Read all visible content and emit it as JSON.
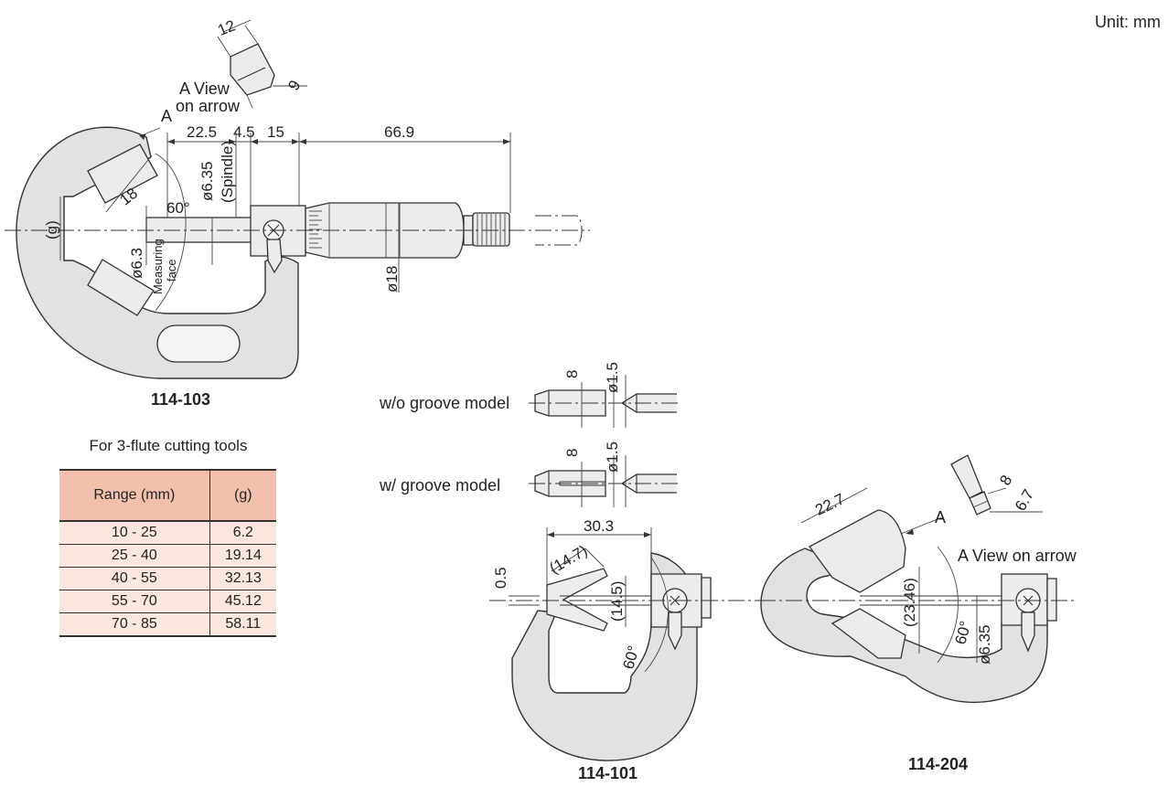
{
  "unit_label": "Unit: mm",
  "models": {
    "m103": "114-103",
    "m101": "114-101",
    "m204": "114-204"
  },
  "view_label": {
    "line1": "A View",
    "line2": "on arrow",
    "single": "A View on arrow",
    "arrow_letter": "A"
  },
  "m103_dims": {
    "a": "12",
    "b": "9",
    "c": "22.5",
    "d": "4.5",
    "e": "15",
    "f": "66.9",
    "g": "18",
    "h": "60°",
    "spindle_dia": "ø6.35",
    "spindle": "(Spindle)",
    "face_dia": "ø6.3",
    "face_1": "Measuring",
    "face_2": "face",
    "g_label": "(g)",
    "thimble_dia": "ø18"
  },
  "groove": {
    "without_label": "w/o groove model",
    "with_label": "w/ groove model",
    "dim_8": "8",
    "dim_15": "ø1.5"
  },
  "m101_dims": {
    "a": "30.3",
    "b": "(14.7)",
    "c": "(14.5)",
    "d": "0.5",
    "e": "60°"
  },
  "m204_dims": {
    "a": "22.7",
    "b": "8",
    "c": "6.7",
    "d": "(23.46)",
    "e": "60°",
    "f": "ø6.35"
  },
  "table": {
    "caption": "For 3-flute cutting tools",
    "headers": [
      "Range (mm)",
      "(g)"
    ],
    "rows": [
      [
        "10 - 25",
        "6.2"
      ],
      [
        "25 - 40",
        "19.14"
      ],
      [
        "40 - 55",
        "32.13"
      ],
      [
        "55 - 70",
        "45.12"
      ],
      [
        "70 - 85",
        "58.11"
      ]
    ]
  }
}
